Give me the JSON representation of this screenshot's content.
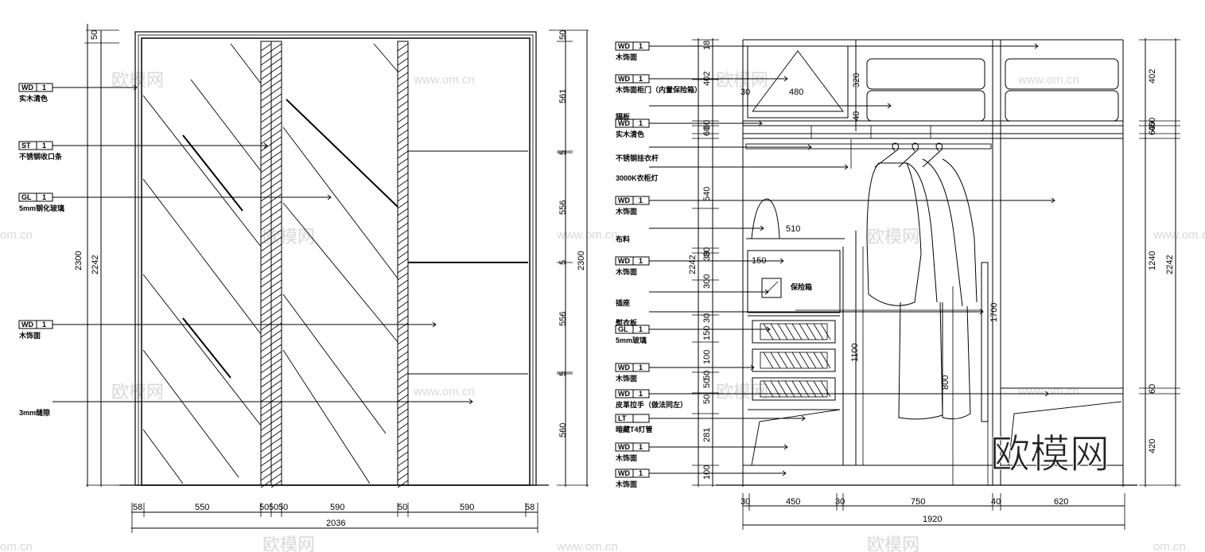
{
  "left": {
    "dims": {
      "top": "50",
      "h_outer": "2300",
      "h_inner": "2242",
      "right_segments": [
        "50",
        "561",
        "5",
        "556",
        "5",
        "556",
        "5",
        "560"
      ],
      "right_total": "2300",
      "bottom_segments": [
        "58",
        "550",
        "50",
        "50",
        "50",
        "590",
        "50",
        "590",
        "58"
      ],
      "bottom_total": "2036"
    },
    "callouts": [
      {
        "tag": "WD",
        "n": "1",
        "label": "实木清色"
      },
      {
        "tag": "ST",
        "n": "1",
        "label": "不锈钢收口条"
      },
      {
        "tag": "GL",
        "n": "1",
        "label": "5mm钢化玻璃"
      },
      {
        "tag": "WD",
        "n": "1",
        "label": "木饰面"
      },
      {
        "tag": "",
        "n": "",
        "label": "3mm缝隙"
      }
    ]
  },
  "right": {
    "callouts": [
      {
        "tag": "WD",
        "n": "1",
        "label": "木饰面"
      },
      {
        "tag": "WD",
        "n": "1",
        "label": "木饰面柜门（内置保险箱）"
      },
      {
        "tag": "",
        "n": "",
        "label": "隔板"
      },
      {
        "tag": "WD",
        "n": "1",
        "label": "实木清色"
      },
      {
        "tag": "",
        "n": "",
        "label": "不锈钢挂衣杆"
      },
      {
        "tag": "",
        "n": "",
        "label": "3000K衣柜灯"
      },
      {
        "tag": "WD",
        "n": "1",
        "label": "木饰面"
      },
      {
        "tag": "",
        "n": "",
        "label": "布料"
      },
      {
        "tag": "WD",
        "n": "1",
        "label": "木饰面"
      },
      {
        "tag": "",
        "n": "",
        "label": "插座"
      },
      {
        "tag": "",
        "n": "",
        "label": "熨衣板"
      },
      {
        "tag": "GL",
        "n": "1",
        "label": "5mm玻璃"
      },
      {
        "tag": "WD",
        "n": "1",
        "label": "木饰面"
      },
      {
        "tag": "WD",
        "n": "1",
        "label": "皮革拉手（做法同左）"
      },
      {
        "tag": "LT",
        "n": "",
        "label": "暗藏T4灯管"
      },
      {
        "tag": "WD",
        "n": "1",
        "label": "木饰面"
      },
      {
        "tag": "WD",
        "n": "1",
        "label": "木饰面"
      }
    ],
    "left_dims": [
      "18",
      "402",
      "60",
      "60",
      "540",
      "30",
      "30",
      "300",
      "30",
      "150",
      "100",
      "50",
      "50",
      "50",
      "281",
      "100"
    ],
    "left_total": "2242",
    "right_dims": [
      "402",
      "40",
      "60",
      "60",
      "1240",
      "60",
      "420"
    ],
    "right_total": "2242",
    "inner_labels": {
      "w480": "480",
      "w30": "30",
      "h320": "320",
      "h40": "40",
      "w510": "510",
      "w150": "150",
      "safe": "保险箱",
      "h1100": "1100",
      "h800": "800",
      "h1700": "1700"
    },
    "bottom_segments": [
      "30",
      "450",
      "30",
      "750",
      "40",
      "620"
    ],
    "bottom_total": "1920"
  },
  "watermarks": {
    "cn": "欧模网",
    "url": "www.om.cn",
    "url_short": "om.cn"
  },
  "logo": "欧模网"
}
